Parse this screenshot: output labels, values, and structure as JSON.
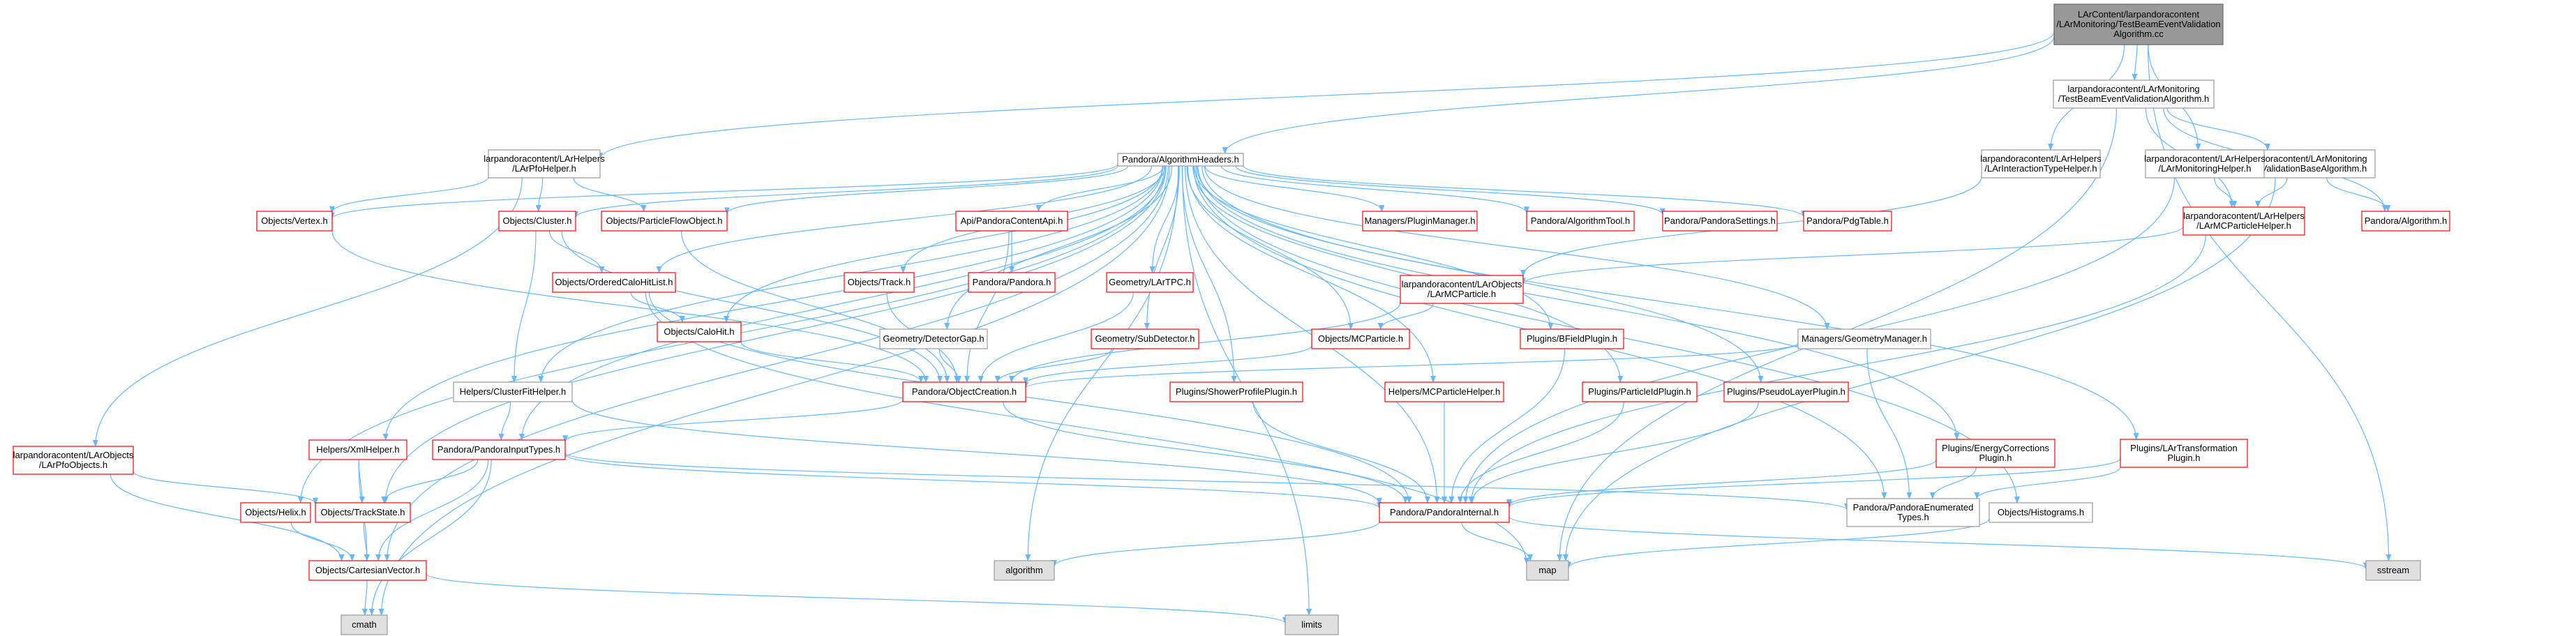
{
  "graph": {
    "nodes": [
      {
        "id": "root",
        "lines": [
          "LArContent/larpandoracontent",
          "/LArMonitoring/TestBeamEventValidation",
          "Algorithm.cc"
        ],
        "style": "root"
      },
      {
        "id": "tbeva_h",
        "lines": [
          "larpandoracontent/LArMonitoring",
          "/TestBeamEventValidationAlgorithm.h"
        ],
        "style": "normal"
      },
      {
        "id": "evba_h",
        "lines": [
          "larpandoracontent/LArMonitoring",
          "/EventValidationBaseAlgorithm.h"
        ],
        "style": "normal"
      },
      {
        "id": "monhelper_h",
        "lines": [
          "larpandoracontent/LArHelpers",
          "/LArMonitoringHelper.h"
        ],
        "style": "normal"
      },
      {
        "id": "interaction_h",
        "lines": [
          "larpandoracontent/LArHelpers",
          "/LArInteractionTypeHelper.h"
        ],
        "style": "normal"
      },
      {
        "id": "pfohelper_h",
        "lines": [
          "larpandoracontent/LArHelpers",
          "/LArPfoHelper.h"
        ],
        "style": "normal"
      },
      {
        "id": "algheaders_h",
        "lines": [
          "Pandora/AlgorithmHeaders.h"
        ],
        "style": "normal"
      },
      {
        "id": "mcparticlehelper_h",
        "lines": [
          "larpandoracontent/LArHelpers",
          "/LArMCParticleHelper.h"
        ],
        "style": "red"
      },
      {
        "id": "algorithm_h",
        "lines": [
          "Pandora/Algorithm.h"
        ],
        "style": "red"
      },
      {
        "id": "larmcparticle_h",
        "lines": [
          "larpandoracontent/LArObjects",
          "/LArMCParticle.h"
        ],
        "style": "red"
      },
      {
        "id": "larpfoobjects_h",
        "lines": [
          "larpandoracontent/LArObjects",
          "/LArPfoObjects.h"
        ],
        "style": "red"
      },
      {
        "id": "vertex_h",
        "lines": [
          "Objects/Vertex.h"
        ],
        "style": "red"
      },
      {
        "id": "cluster_h",
        "lines": [
          "Objects/Cluster.h"
        ],
        "style": "red"
      },
      {
        "id": "pfo_h",
        "lines": [
          "Objects/ParticleFlowObject.h"
        ],
        "style": "red"
      },
      {
        "id": "contentapi_h",
        "lines": [
          "Api/PandoraContentApi.h"
        ],
        "style": "red"
      },
      {
        "id": "pluginmanager_h",
        "lines": [
          "Managers/PluginManager.h"
        ],
        "style": "red"
      },
      {
        "id": "algtool_h",
        "lines": [
          "Pandora/AlgorithmTool.h"
        ],
        "style": "red"
      },
      {
        "id": "settings_h",
        "lines": [
          "Pandora/PandoraSettings.h"
        ],
        "style": "red"
      },
      {
        "id": "pdgtable_h",
        "lines": [
          "Pandora/PdgTable.h"
        ],
        "style": "red"
      },
      {
        "id": "pandora_h",
        "lines": [
          "Pandora/Pandora.h"
        ],
        "style": "red"
      },
      {
        "id": "orderedcalohit_h",
        "lines": [
          "Objects/OrderedCaloHitList.h"
        ],
        "style": "red"
      },
      {
        "id": "track_h",
        "lines": [
          "Objects/Track.h"
        ],
        "style": "red"
      },
      {
        "id": "lartpc_h",
        "lines": [
          "Geometry/LArTPC.h"
        ],
        "style": "red"
      },
      {
        "id": "calohit_h",
        "lines": [
          "Objects/CaloHit.h"
        ],
        "style": "red"
      },
      {
        "id": "detectorgap_h",
        "lines": [
          "Geometry/DetectorGap.h"
        ],
        "style": "normal"
      },
      {
        "id": "subdetector_h",
        "lines": [
          "Geometry/SubDetector.h"
        ],
        "style": "red"
      },
      {
        "id": "mcparticle_h",
        "lines": [
          "Objects/MCParticle.h"
        ],
        "style": "red"
      },
      {
        "id": "bfieldplugin_h",
        "lines": [
          "Plugins/BFieldPlugin.h"
        ],
        "style": "red"
      },
      {
        "id": "geometrymanager_h",
        "lines": [
          "Managers/GeometryManager.h"
        ],
        "style": "normal"
      },
      {
        "id": "objectcreation_h",
        "lines": [
          "Pandora/ObjectCreation.h"
        ],
        "style": "red"
      },
      {
        "id": "clusterfithelper_h",
        "lines": [
          "Helpers/ClusterFitHelper.h"
        ],
        "style": "normal"
      },
      {
        "id": "showerprofile_h",
        "lines": [
          "Plugins/ShowerProfilePlugin.h"
        ],
        "style": "red"
      },
      {
        "id": "mcparticlehelper2_h",
        "lines": [
          "Helpers/MCParticleHelper.h"
        ],
        "style": "red"
      },
      {
        "id": "particleid_h",
        "lines": [
          "Plugins/ParticleIdPlugin.h"
        ],
        "style": "red"
      },
      {
        "id": "pseudolayer_h",
        "lines": [
          "Plugins/PseudoLayerPlugin.h"
        ],
        "style": "red"
      },
      {
        "id": "energycorr_h",
        "lines": [
          "Plugins/EnergyCorrections",
          "Plugin.h"
        ],
        "style": "red"
      },
      {
        "id": "lartransform_h",
        "lines": [
          "Plugins/LArTransformation",
          "Plugin.h"
        ],
        "style": "red"
      },
      {
        "id": "xmlhelper_h",
        "lines": [
          "Helpers/XmlHelper.h"
        ],
        "style": "red"
      },
      {
        "id": "inputtypes_h",
        "lines": [
          "Pandora/PandoraInputTypes.h"
        ],
        "style": "red"
      },
      {
        "id": "helix_h",
        "lines": [
          "Objects/Helix.h"
        ],
        "style": "red"
      },
      {
        "id": "trackstate_h",
        "lines": [
          "Objects/TrackState.h"
        ],
        "style": "red"
      },
      {
        "id": "internal_h",
        "lines": [
          "Pandora/PandoraInternal.h"
        ],
        "style": "red"
      },
      {
        "id": "enumerated_h",
        "lines": [
          "Pandora/PandoraEnumerated",
          "Types.h"
        ],
        "style": "normal"
      },
      {
        "id": "histograms_h",
        "lines": [
          "Objects/Histograms.h"
        ],
        "style": "normal"
      },
      {
        "id": "cartesian_h",
        "lines": [
          "Objects/CartesianVector.h"
        ],
        "style": "red"
      },
      {
        "id": "algorithm_std",
        "lines": [
          "algorithm"
        ],
        "style": "grey"
      },
      {
        "id": "map_std",
        "lines": [
          "map"
        ],
        "style": "grey"
      },
      {
        "id": "sstream_std",
        "lines": [
          "sstream"
        ],
        "style": "grey"
      },
      {
        "id": "limits_std",
        "lines": [
          "limits"
        ],
        "style": "grey"
      },
      {
        "id": "cmath_std",
        "lines": [
          "cmath"
        ],
        "style": "grey"
      }
    ]
  }
}
